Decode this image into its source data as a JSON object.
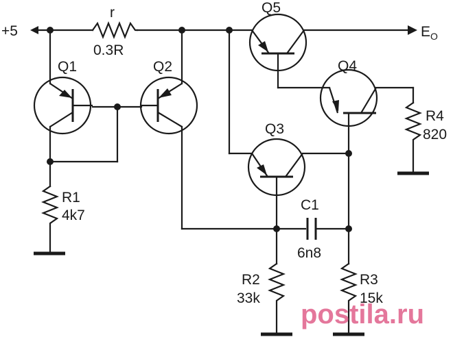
{
  "supply": "+5",
  "output": {
    "letter": "E",
    "subscript": "O"
  },
  "r": {
    "name": "r",
    "value": "0.3R"
  },
  "q1": "Q1",
  "q2": "Q2",
  "q3": "Q3",
  "q4": "Q4",
  "q5": "Q5",
  "r1": {
    "name": "R1",
    "value": "4k7"
  },
  "r2": {
    "name": "R2",
    "value": "33k"
  },
  "r3": {
    "name": "R3",
    "value": "15k"
  },
  "r4": {
    "name": "R4",
    "value": "820"
  },
  "c1": {
    "name": "C1",
    "value": "6n8"
  },
  "watermark": "postila.ru",
  "colors": {
    "ink": "#1a1a1a",
    "watermark": "#e0608a",
    "background": "#ffffff"
  }
}
